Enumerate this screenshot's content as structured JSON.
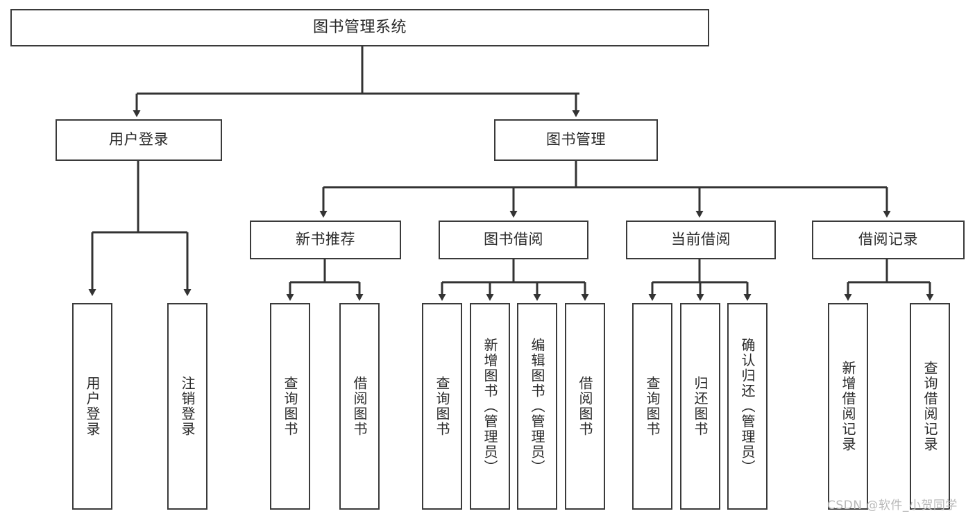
{
  "diagram": {
    "title": "图书管理系统",
    "watermark": "CSDN @软件_小贺同学",
    "colors": {
      "box_border": "#3a3a3a",
      "connector": "#333333",
      "text": "#2b2b2b",
      "background": "#ffffff",
      "watermark": "#b9b9b9"
    },
    "root": {
      "label": "图书管理系统"
    },
    "level2": [
      {
        "label": "用户登录"
      },
      {
        "label": "图书管理"
      }
    ],
    "level3": [
      {
        "label": "新书推荐"
      },
      {
        "label": "图书借阅"
      },
      {
        "label": "当前借阅"
      },
      {
        "label": "借阅记录"
      }
    ],
    "leaves": {
      "user_login": [
        {
          "label": "用户登录"
        },
        {
          "label": "注销登录"
        }
      ],
      "new_book_recommend": [
        {
          "label": "查询图书"
        },
        {
          "label": "借阅图书"
        }
      ],
      "book_borrow": [
        {
          "label": "查询图书"
        },
        {
          "label": "新增图书（管理员）"
        },
        {
          "label": "编辑图书（管理员）"
        },
        {
          "label": "借阅图书"
        }
      ],
      "current_borrow": [
        {
          "label": "查询图书"
        },
        {
          "label": "归还图书"
        },
        {
          "label": "确认归还（管理员）"
        }
      ],
      "borrow_record": [
        {
          "label": "新增借阅记录"
        },
        {
          "label": "查询借阅记录"
        }
      ]
    }
  }
}
